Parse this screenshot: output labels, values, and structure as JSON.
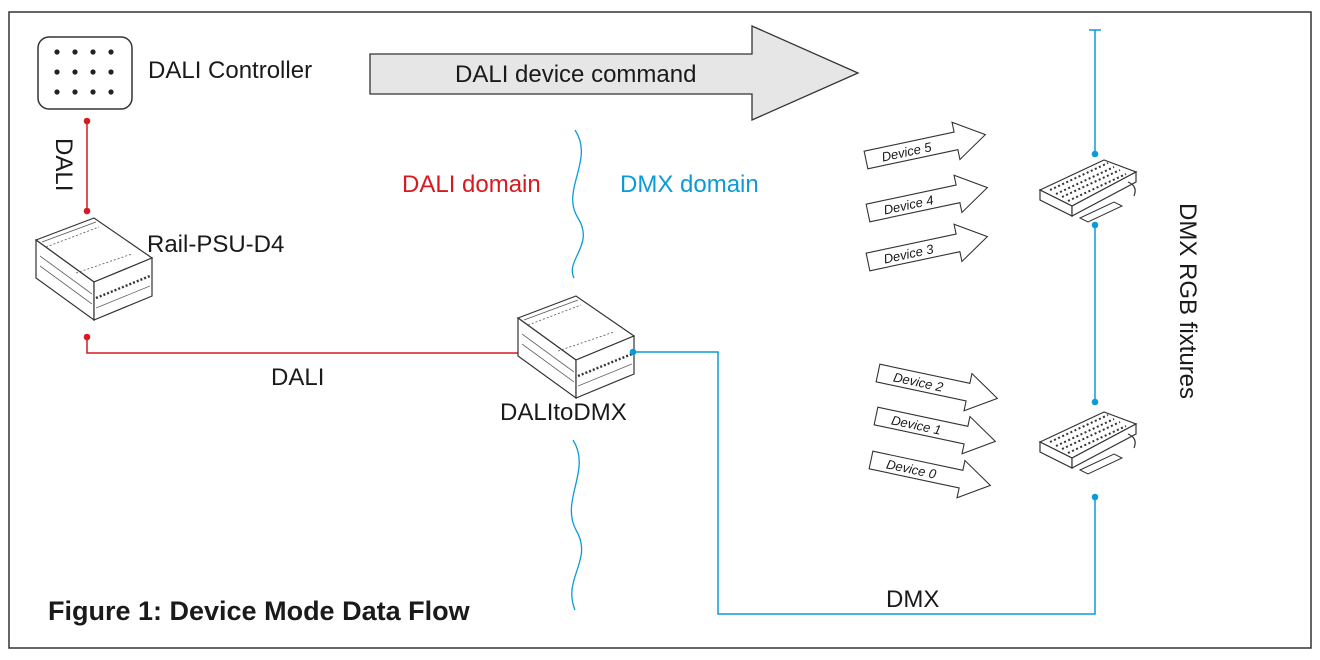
{
  "figure_title": "Figure 1: Device Mode Data Flow",
  "nodes": {
    "controller": "DALI Controller",
    "psu": "Rail-PSU-D4",
    "converter": "DALItoDMX"
  },
  "banner": "DALI device command",
  "domains": {
    "dali": "DALI domain",
    "dmx": "DMX domain"
  },
  "wires": {
    "vertical_dali": "DALI",
    "horizontal_dali": "DALI",
    "dmx": "DMX"
  },
  "fixtures_label": "DMX RGB fixtures",
  "devices_upper": [
    "Device 5",
    "Device 4",
    "Device 3"
  ],
  "devices_lower": [
    "Device 2",
    "Device 1",
    "Device 0"
  ],
  "colors": {
    "dali": "#d71920",
    "dmx": "#0b9bd7",
    "outline": "#222222",
    "banner_fill": "#e6e6e6"
  }
}
